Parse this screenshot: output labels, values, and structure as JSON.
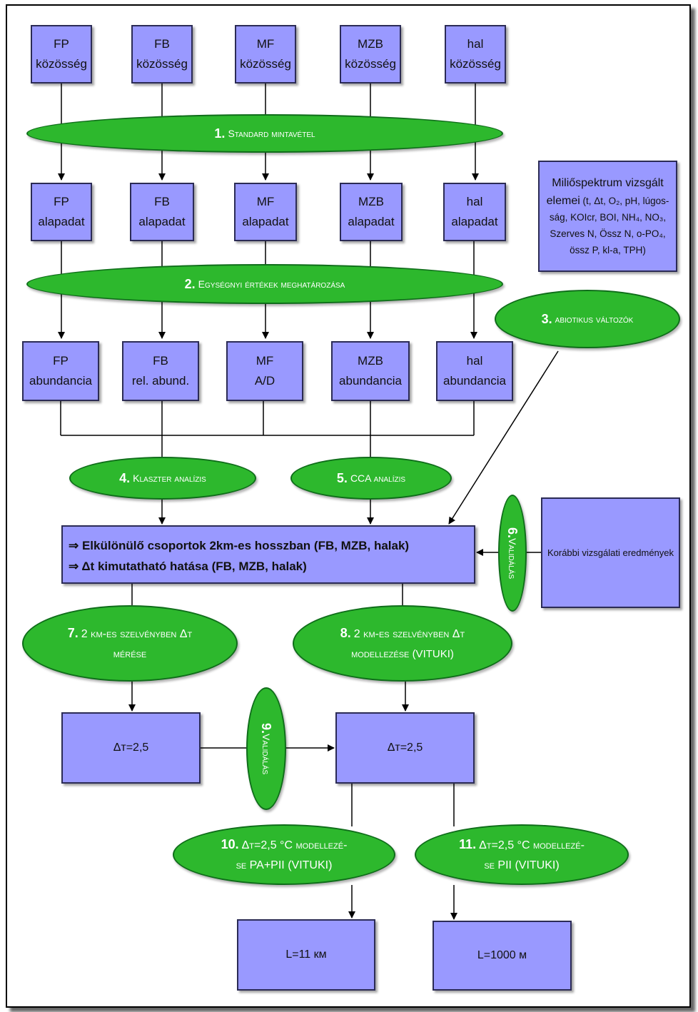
{
  "communities": [
    {
      "l1": "FP",
      "l2": "közösség"
    },
    {
      "l1": "FB",
      "l2": "közösség"
    },
    {
      "l1": "MF",
      "l2": "közösség"
    },
    {
      "l1": "MZB",
      "l2": "közösség"
    },
    {
      "l1": "hal",
      "l2": "közösség"
    }
  ],
  "step1": {
    "num": "1.",
    "text": "Standard mintavétel"
  },
  "basedata": [
    {
      "l1": "FP",
      "l2": "alapadat"
    },
    {
      "l1": "FB",
      "l2": "alapadat"
    },
    {
      "l1": "MF",
      "l2": "alapadat"
    },
    {
      "l1": "MZB",
      "l2": "alapadat"
    },
    {
      "l1": "hal",
      "l2": "alapadat"
    }
  ],
  "milieu": {
    "title1": "Miliőspektrum vizsgált",
    "title2": "elemei",
    "items": "(t, Δt, O₂, pH, lúgos-ság, KOIcr, BOI, NH₄, NO₃, Szerves N, Össz N, o-PO₄, össz P, kl-a, TPH)"
  },
  "step2": {
    "num": "2.",
    "text": "Egységnyi értékek meghatározása"
  },
  "step3": {
    "num": "3.",
    "text": "abiotikus változók"
  },
  "abundance": [
    {
      "l1": "FP",
      "l2": "abundancia"
    },
    {
      "l1": "FB",
      "l2": "rel. abund."
    },
    {
      "l1": "MF",
      "l2": "A/D"
    },
    {
      "l1": "MZB",
      "l2": "abundancia"
    },
    {
      "l1": "hal",
      "l2": "abundancia"
    }
  ],
  "step4": {
    "num": "4.",
    "text": "Klaszter analízis"
  },
  "step5": {
    "num": "5.",
    "text": "CCA analízis"
  },
  "result": {
    "line1": "⇒ Elkülönülő csoportok 2km-es hosszban (FB, MZB, halak)",
    "line2": "⇒  Δt kimutatható hatása (FB, MZB, halak)"
  },
  "step6": {
    "num": "6.",
    "text": "Validálás"
  },
  "previous": {
    "text": "Korábbi vizsgálati eredmények"
  },
  "step7": {
    "num": "7.",
    "l1": "2 km-es szelvényben Δt",
    "l2": "mérése"
  },
  "step8": {
    "num": "8.",
    "l1": "2 km-es szelvényben Δt",
    "l2": "modellezése (VITUKI)"
  },
  "delta_left": {
    "text": "Δт=2,5"
  },
  "delta_right": {
    "text": "Δт=2,5"
  },
  "step9": {
    "num": "9.",
    "text": "Validálás"
  },
  "step10": {
    "num": "10.",
    "l1": "Δт=2,5 °C modellezé-",
    "l2": "se PA+PII (VITUKI)"
  },
  "step11": {
    "num": "11.",
    "l1": "Δт=2,5 °C modellezé-",
    "l2": "se PII (VITUKI)"
  },
  "length_left": {
    "text": "L=11 км"
  },
  "length_right": {
    "text": "L=1000 м"
  },
  "colors": {
    "box": "#9999ff",
    "ellipse": "#2db82d",
    "line": "#000000"
  }
}
